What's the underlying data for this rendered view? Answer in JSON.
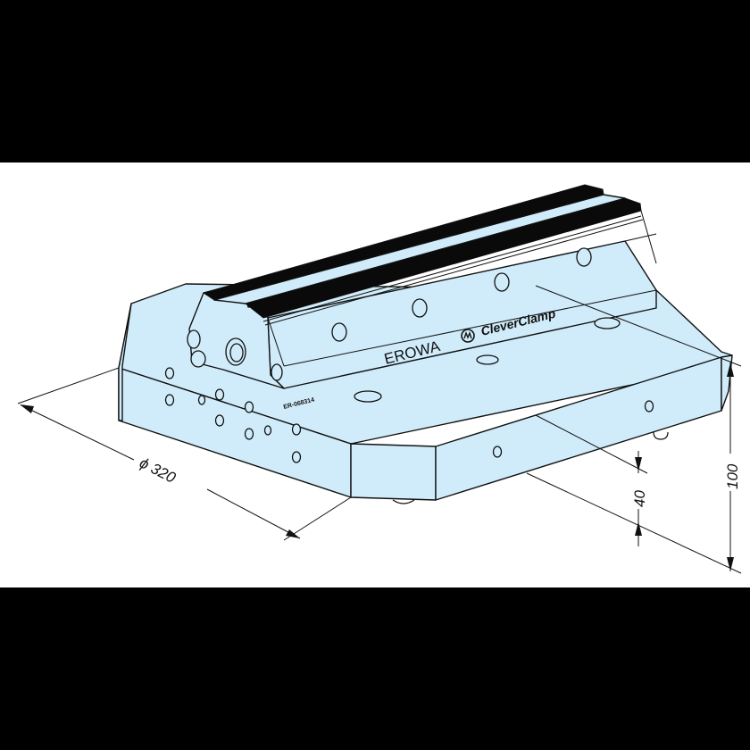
{
  "drawing": {
    "subject": "EROWA CleverClamp pallet base (isometric technical drawing)",
    "fill_color": "#d0ecfa",
    "rail_color": "#0a0a0a",
    "background_color": "#ffffff",
    "letterbox_color": "#000000"
  },
  "branding": {
    "manufacturer": "EROWA",
    "product": "CleverClamp",
    "logo_icon": "erowa-circle-logo-icon"
  },
  "part_number": "ER-068314",
  "dimensions": {
    "diameter": {
      "symbol": "ϕ",
      "value": "320",
      "label": "ϕ 320"
    },
    "height_total": {
      "value": "100",
      "label": "100"
    },
    "height_base": {
      "value": "40",
      "label": "40"
    }
  }
}
